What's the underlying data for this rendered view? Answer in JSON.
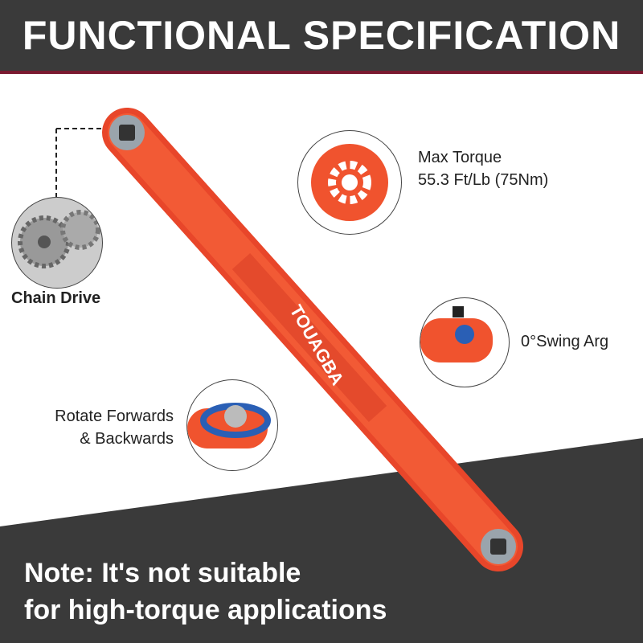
{
  "title": "FUNCTIONAL SPECIFICATION",
  "brand": "TOUAGBA",
  "features": {
    "chain_drive": "Chain Drive",
    "torque_line1": "Max Torque",
    "torque_line2": "55.3 Ft/Lb (75Nm)",
    "swing": "0°Swing Arg",
    "rotate_line1": "Rotate Forwards",
    "rotate_line2": "& Backwards"
  },
  "note_line1": "Note: It's not suitable",
  "note_line2": "for high-torque applications",
  "colors": {
    "dark": "#3a3a3a",
    "accent": "#f0532e",
    "stripe": "#7a1a30"
  }
}
